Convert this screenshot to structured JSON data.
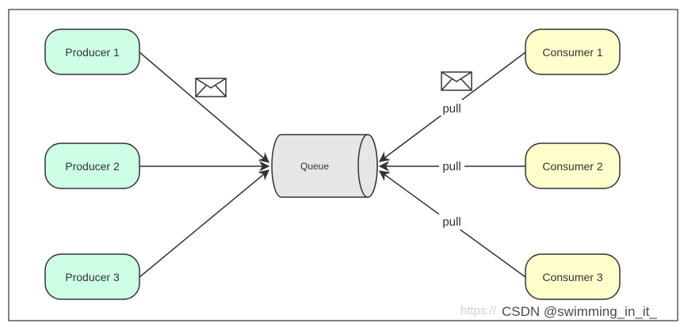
{
  "colors": {
    "producer_fill": "#ccffe6",
    "consumer_fill": "#ffffcc",
    "queue_fill": "#e6e6e6",
    "stroke": "#333333",
    "background": "#ffffff"
  },
  "producers": [
    {
      "label": "Producer 1",
      "message_icon": "envelope-icon"
    },
    {
      "label": "Producer 2"
    },
    {
      "label": "Producer 3"
    }
  ],
  "queue": {
    "label": "Queue"
  },
  "consumers": [
    {
      "label": "Consumer 1",
      "edge_label": "pull",
      "message_icon": "envelope-icon"
    },
    {
      "label": "Consumer 2",
      "edge_label": "pull"
    },
    {
      "label": "Consumer 3",
      "edge_label": "pull"
    }
  ],
  "watermark": {
    "text": "CSDN @swimming_in_it_",
    "url_fragment": "https://"
  }
}
